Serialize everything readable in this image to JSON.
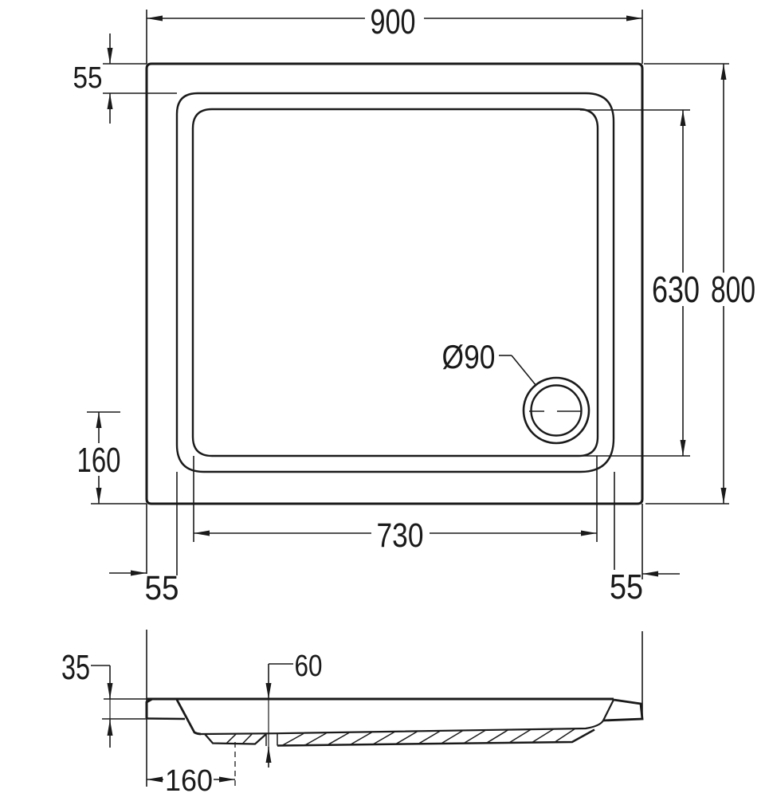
{
  "drawing_title": "shower tray technical drawing",
  "colors": {
    "ink": "#1a1a1a",
    "background": "#ffffff"
  },
  "plan_view": {
    "dim_overall_width": "900",
    "dim_rim_top_left": "55",
    "dim_inner_length": "630",
    "dim_overall_height": "800",
    "dim_drain_diameter": "Ø90",
    "dim_drain_center_offset": "160",
    "dim_inner_width": "730",
    "dim_rim_bottom_left": "55",
    "dim_rim_bottom_right": "55"
  },
  "section_view": {
    "dim_rim_height": "35",
    "dim_total_depth": "60",
    "dim_drain_offset": "160"
  }
}
